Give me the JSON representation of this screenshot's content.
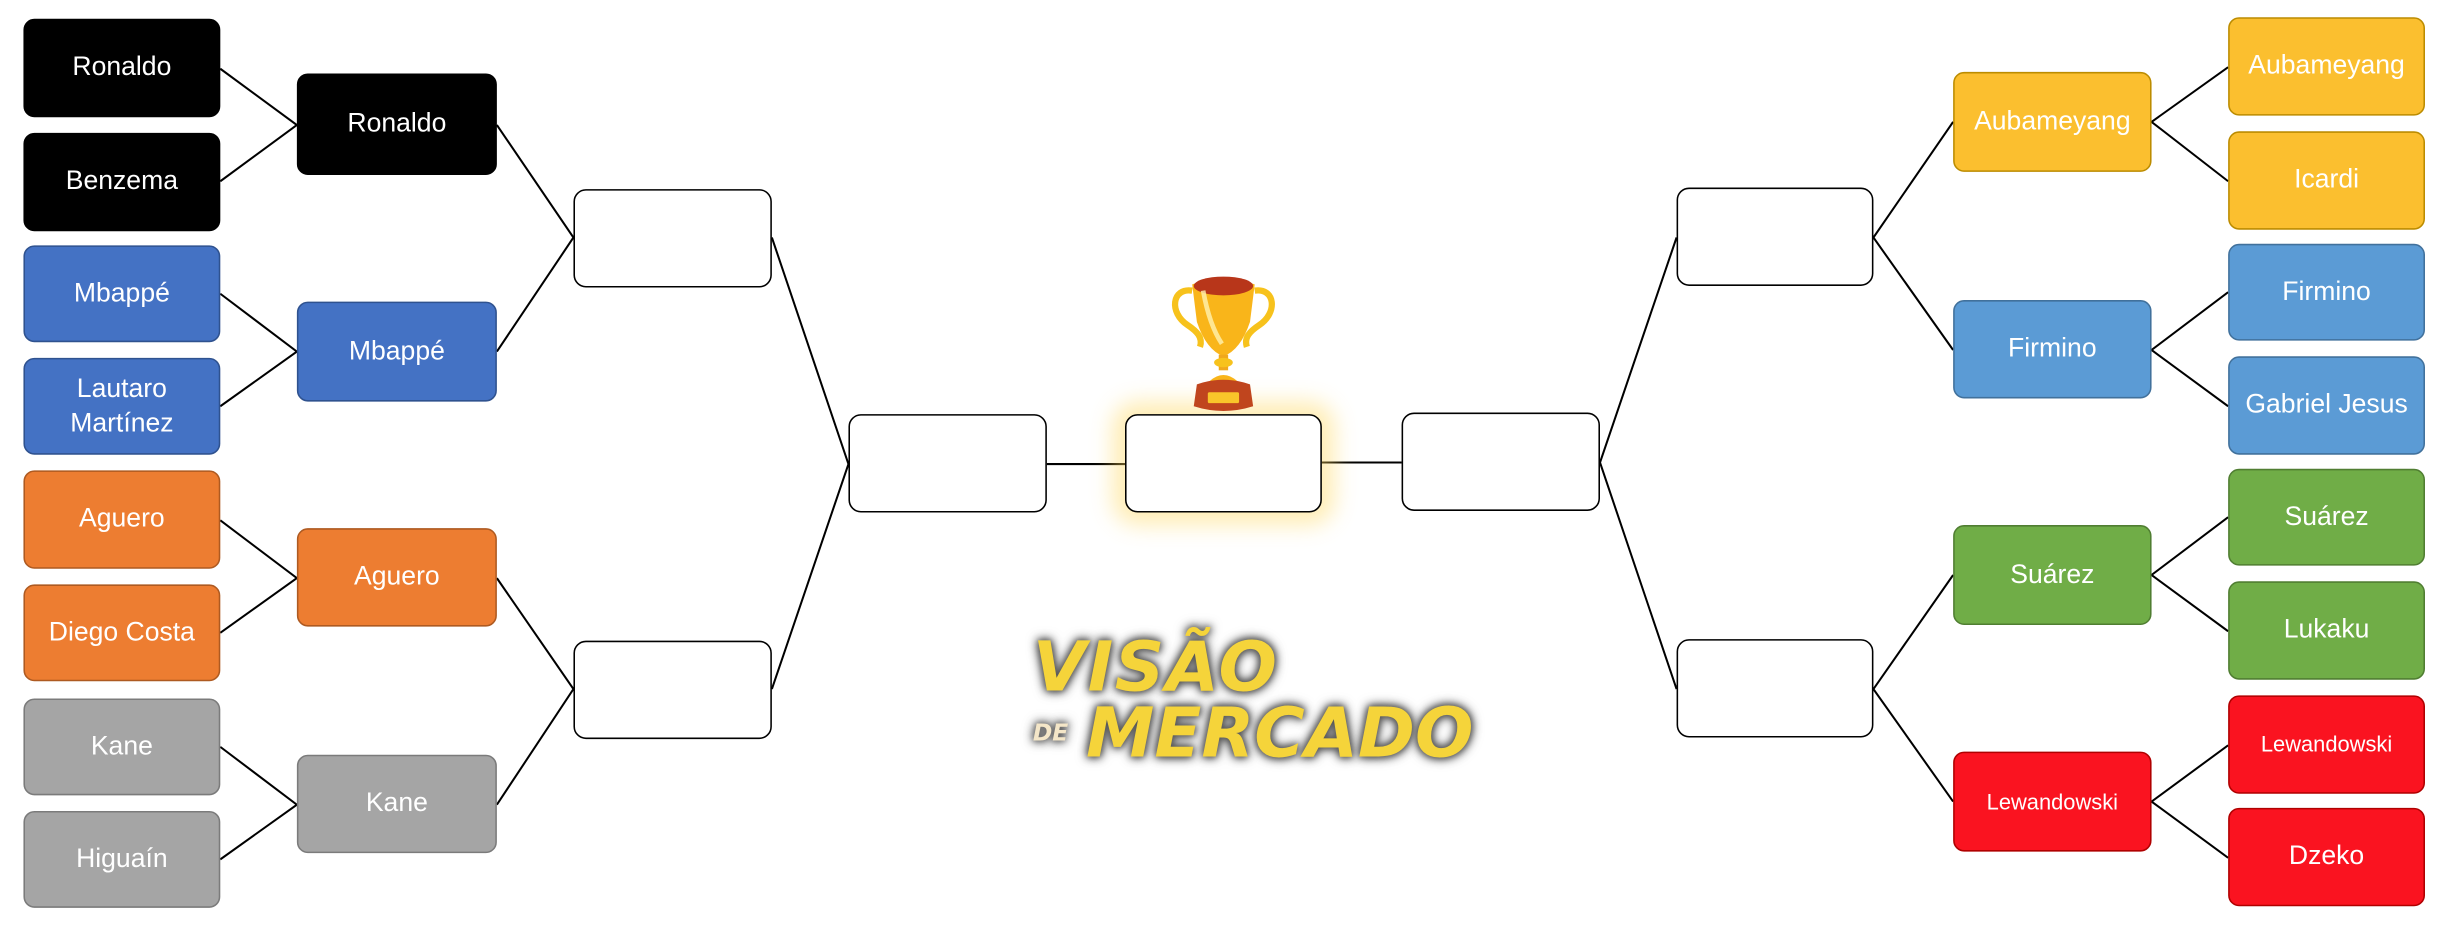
{
  "left": {
    "round_of_16": [
      "Ronaldo",
      "Benzema",
      "Mbappé",
      "Lautaro Martínez",
      "Aguero",
      "Diego Costa",
      "Kane",
      "Higuaín"
    ],
    "quarterfinals": [
      "Ronaldo",
      "Mbappé",
      "Aguero",
      "Kane"
    ],
    "semifinals": [
      "",
      ""
    ],
    "final": ""
  },
  "right": {
    "round_of_16": [
      "Aubameyang",
      "Icardi",
      "Firmino",
      "Gabriel Jesus",
      "Suárez",
      "Lukaku",
      "Lewandowski",
      "Dzeko"
    ],
    "quarterfinals": [
      "Aubameyang",
      "Firmino",
      "Suárez",
      "Lewandowski"
    ],
    "semifinals": [
      "",
      ""
    ],
    "final": ""
  },
  "champion": "",
  "logo": {
    "line1": "VISÃO",
    "line2": "DE",
    "line3": "MERCADO"
  },
  "colors": {
    "black": "#000000",
    "blue": "#4472C4",
    "orange": "#ED7D31",
    "gray": "#A5A5A5",
    "gold": "#FBBF2F",
    "light_blue": "#5B9BD5",
    "green": "#70AD47",
    "red": "#FA1320"
  }
}
